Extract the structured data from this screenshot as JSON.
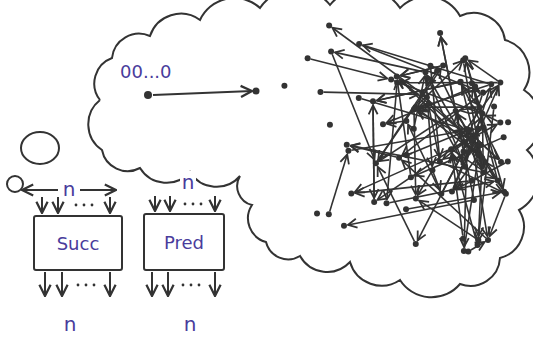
{
  "diagram": {
    "nodes": [
      {
        "text": [
          "Succ"
        ]
      },
      {
        "text": [
          "Pred"
        ]
      }
    ],
    "labels": [
      "00...0",
      "n",
      "n",
      "n",
      "n"
    ]
  }
}
